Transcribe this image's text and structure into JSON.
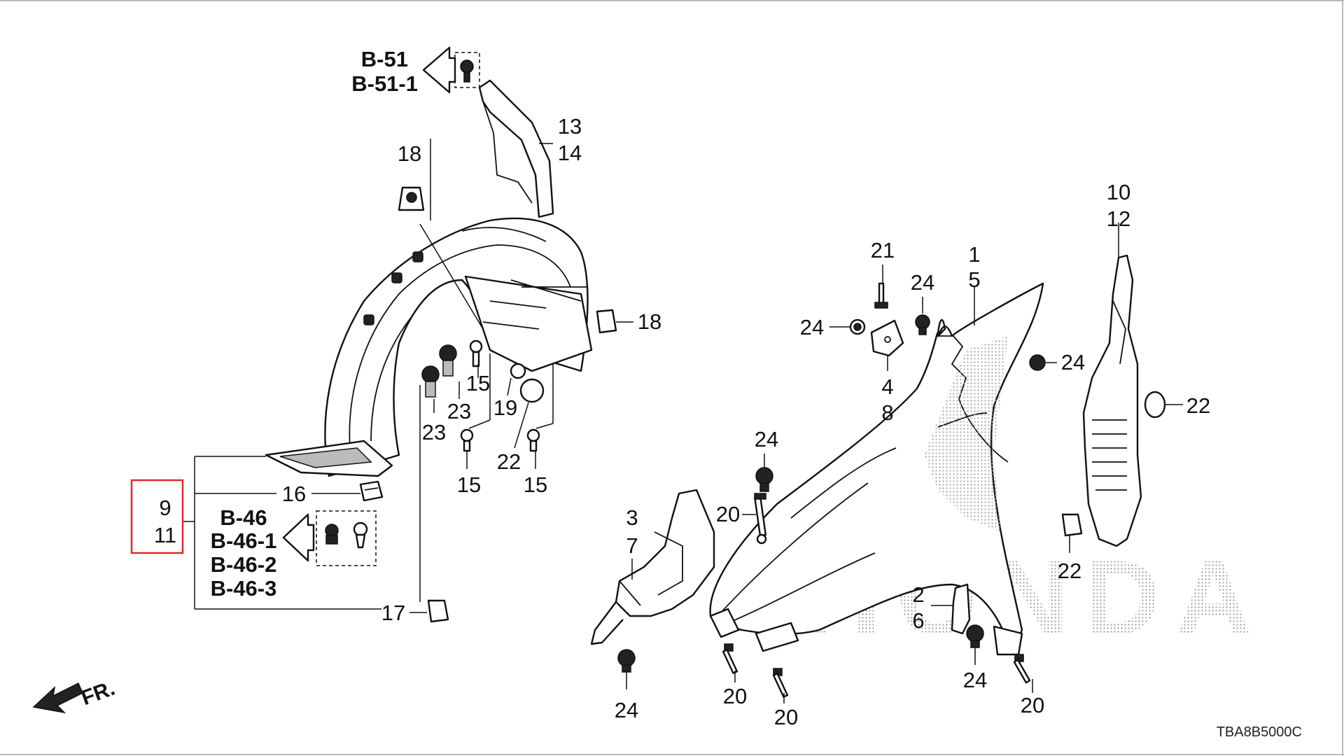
{
  "diagram": {
    "watermark": "HONDA",
    "diagram_code": "TBA8B5000C",
    "front_arrow_label": "FR.",
    "highlight_color": "#e0282e",
    "ref_groups": {
      "b51": [
        "B-51",
        "B-51-1"
      ],
      "b46": [
        "B-46",
        "B-46-1",
        "B-46-2",
        "B-46-3"
      ]
    },
    "callouts": {
      "c13": "13",
      "c14": "14",
      "c18a": "18",
      "c18b": "18",
      "c15a": "15",
      "c15b": "15",
      "c15c": "15",
      "c23a": "23",
      "c23b": "23",
      "c19": "19",
      "c22a": "22",
      "c16": "16",
      "c17": "17",
      "c9": "9",
      "c11": "11",
      "c3": "3",
      "c7": "7",
      "c20a": "20",
      "c20b": "20",
      "c20c": "20",
      "c20d": "20",
      "c24a": "24",
      "c24b": "24",
      "c24c": "24",
      "c24d": "24",
      "c24e": "24",
      "c24f": "24",
      "c21": "21",
      "c4": "4",
      "c8": "8",
      "c1": "1",
      "c5": "5",
      "c2": "2",
      "c6": "6",
      "c10": "10",
      "c12": "12",
      "c22b": "22",
      "c22c": "22"
    }
  }
}
